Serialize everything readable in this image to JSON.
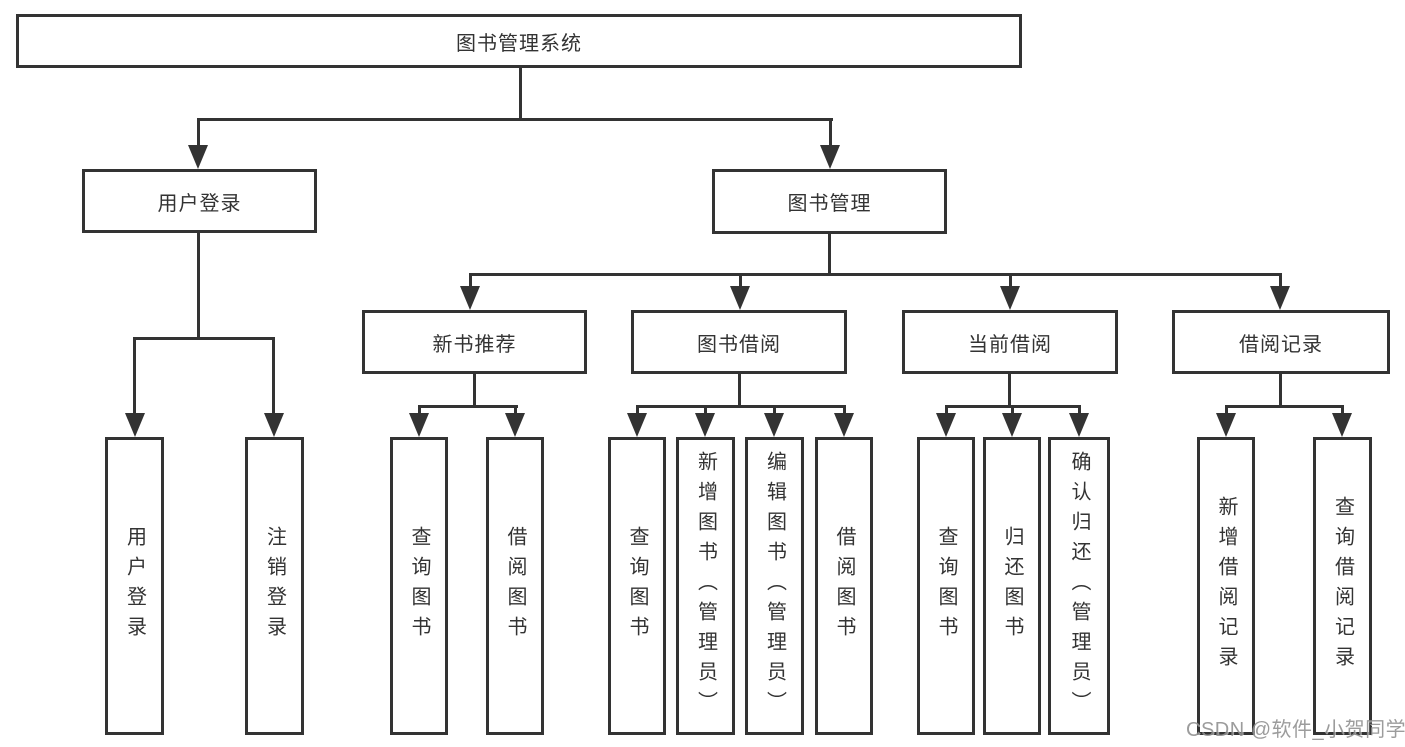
{
  "diagram": {
    "type": "tree-diagram",
    "background": "#ffffff",
    "line_color": "#333333",
    "text_color": "#333333",
    "watermark_color": "#8f8f8f",
    "root": {
      "label": "图书管理系统"
    },
    "level2": {
      "user_login": {
        "label": "用户登录"
      },
      "book_mgmt": {
        "label": "图书管理"
      }
    },
    "level3": {
      "new_book_rec": {
        "label": "新书推荐"
      },
      "book_borrow": {
        "label": "图书借阅"
      },
      "current_borrow": {
        "label": "当前借阅"
      },
      "borrow_records": {
        "label": "借阅记录"
      }
    },
    "level4": {
      "ul_login": {
        "label": "用户登录",
        "parent": "用户登录"
      },
      "ul_logout": {
        "label": "注销登录",
        "parent": "用户登录"
      },
      "nb_query": {
        "label": "查询图书",
        "parent": "新书推荐"
      },
      "nb_borrow": {
        "label": "借阅图书",
        "parent": "新书推荐"
      },
      "bb_query": {
        "label": "查询图书",
        "parent": "图书借阅"
      },
      "bb_add": {
        "label": "新增图书（管理员）",
        "parent": "图书借阅"
      },
      "bb_edit": {
        "label": "编辑图书（管理员）",
        "parent": "图书借阅"
      },
      "bb_borrow": {
        "label": "借阅图书",
        "parent": "图书借阅"
      },
      "cb_query": {
        "label": "查询图书",
        "parent": "当前借阅"
      },
      "cb_return": {
        "label": "归还图书",
        "parent": "当前借阅"
      },
      "cb_confirm": {
        "label": "确认归还（管理员）",
        "parent": "当前借阅"
      },
      "br_add": {
        "label": "新增借阅记录",
        "parent": "借阅记录"
      },
      "br_query": {
        "label": "查询借阅记录",
        "parent": "借阅记录"
      }
    },
    "watermark": "CSDN @软件_小贺同学"
  }
}
